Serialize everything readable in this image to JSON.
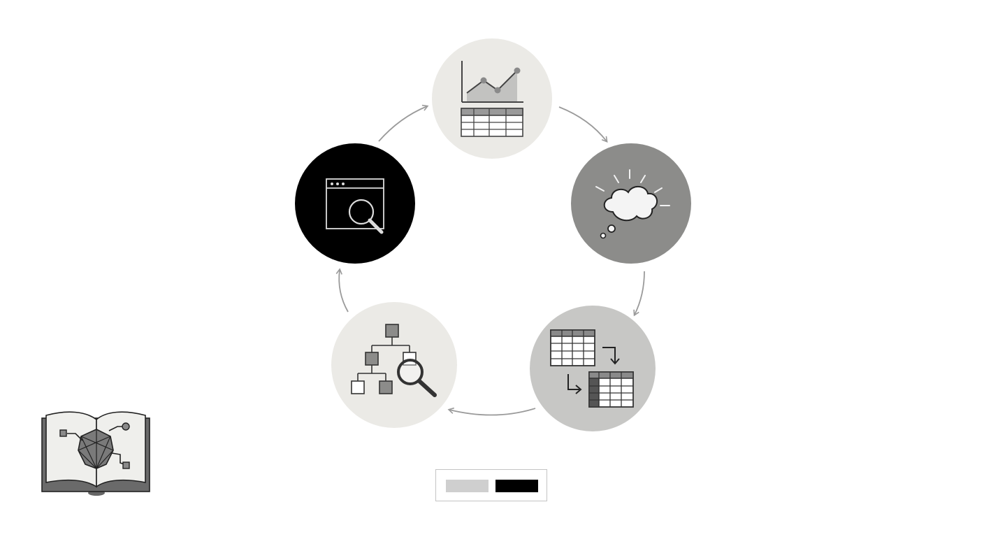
{
  "diagram": {
    "type": "cycle",
    "colors": {
      "light": "#ebeae6",
      "mid_gray": "#8c8c8a",
      "light_gray": "#c7c7c5",
      "black": "#000000",
      "arrow": "#9a9a9a"
    },
    "nodes": [
      {
        "id": "chart",
        "icon": "line-chart-with-table-icon",
        "fill": "light"
      },
      {
        "id": "insight",
        "icon": "thought-cloud-icon",
        "fill": "mid_gray"
      },
      {
        "id": "transform",
        "icon": "table-transform-icon",
        "fill": "light_gray"
      },
      {
        "id": "hierarchy",
        "icon": "hierarchy-search-icon",
        "fill": "light"
      },
      {
        "id": "browse",
        "icon": "browser-search-icon",
        "fill": "black"
      }
    ],
    "edges": [
      [
        "chart",
        "insight"
      ],
      [
        "insight",
        "transform"
      ],
      [
        "transform",
        "hierarchy"
      ],
      [
        "hierarchy",
        "browse"
      ],
      [
        "browse",
        "chart"
      ]
    ]
  },
  "book_icon": {
    "icon": "open-book-network-icon"
  },
  "legend": {
    "swatches": [
      {
        "color": "#cfcfcf"
      },
      {
        "color": "#000000"
      }
    ]
  }
}
